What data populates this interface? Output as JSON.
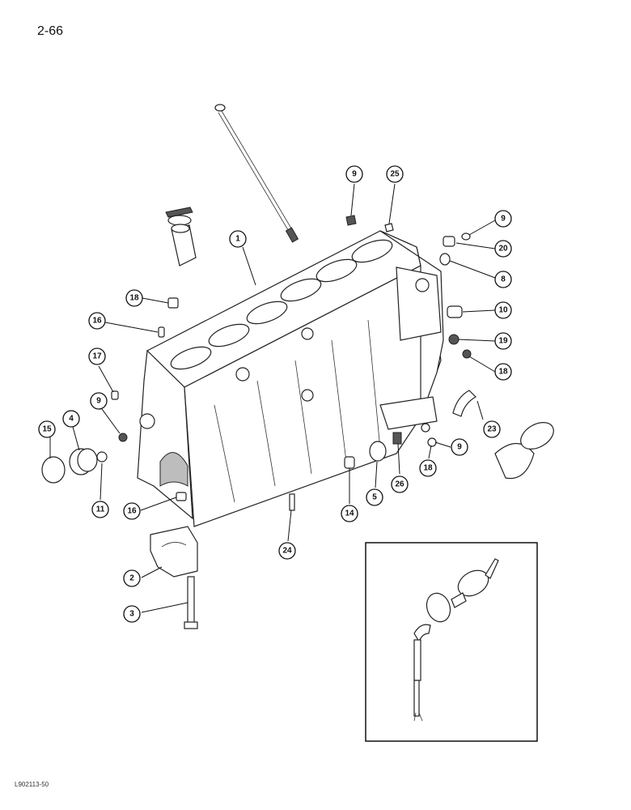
{
  "page": {
    "number": "2-66",
    "figure_code": "L902113-50"
  },
  "callouts": [
    {
      "label": "1"
    },
    {
      "label": "9"
    },
    {
      "label": "25"
    },
    {
      "label": "9"
    },
    {
      "label": "20"
    },
    {
      "label": "8"
    },
    {
      "label": "10"
    },
    {
      "label": "19"
    },
    {
      "label": "18"
    },
    {
      "label": "18"
    },
    {
      "label": "16"
    },
    {
      "label": "17"
    },
    {
      "label": "9"
    },
    {
      "label": "4"
    },
    {
      "label": "15"
    },
    {
      "label": "11"
    },
    {
      "label": "16"
    },
    {
      "label": "23"
    },
    {
      "label": "9"
    },
    {
      "label": "18"
    },
    {
      "label": "26"
    },
    {
      "label": "5"
    },
    {
      "label": "14"
    },
    {
      "label": "24"
    },
    {
      "label": "2"
    },
    {
      "label": "3"
    }
  ]
}
